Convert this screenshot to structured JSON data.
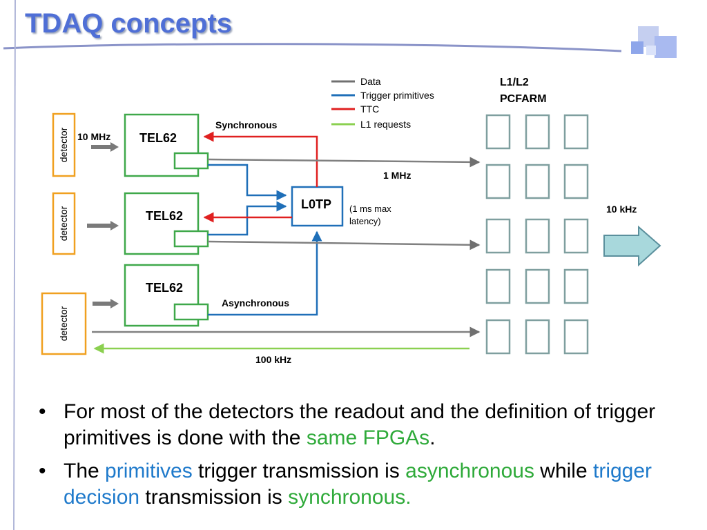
{
  "slide": {
    "title": "TDAQ concepts"
  },
  "legend": [
    {
      "label": "Data",
      "color": "#707070"
    },
    {
      "label": "Trigger primitives",
      "color": "#1f6fb8"
    },
    {
      "label": "TTC",
      "color": "#e02020"
    },
    {
      "label": "L1 requests",
      "color": "#8bd050"
    }
  ],
  "diagram": {
    "detector_label": "detector",
    "tel_label": "TEL62",
    "l0tp_label": "L0TP",
    "farm_line1": "L1/L2",
    "farm_line2": "PCFARM",
    "rate_10mhz": "10 MHz",
    "rate_1mhz": "1 MHz",
    "rate_10khz": "10 kHz",
    "rate_100khz": "100 kHz",
    "synchronous": "Synchronous",
    "asynchronous": "Asynchronous",
    "latency_line1": "(1 ms max",
    "latency_line2": "latency)"
  },
  "bullets": {
    "b1_pre": "For most of the detectors the readout and the definition of trigger primitives is done with the ",
    "b1_hl": "same FPGAs",
    "b1_post": ".",
    "b2_p1": "The ",
    "b2_hl1": "primitives",
    "b2_p2": " trigger transmission is ",
    "b2_hl2": "asynchronous",
    "b2_p3": " while ",
    "b2_hl3": "trigger decision",
    "b2_p4": " transmission is ",
    "b2_hl4": "synchronous."
  },
  "colors": {
    "title": "#4f6fd6",
    "box_green": "#3fa84a",
    "detector_orange": "#f0a020",
    "l0tp_blue": "#1f6fb8",
    "farm_gray": "#7f9f9f",
    "arrow_fill": "#a8d8dc",
    "highlight_blue": "#1f7acb",
    "highlight_green": "#2faa3a"
  }
}
